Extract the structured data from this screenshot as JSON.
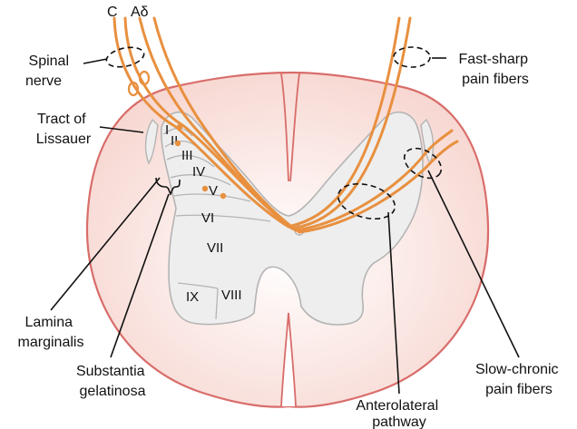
{
  "labels": {
    "c": "C",
    "a_delta": "Aδ",
    "spinal_nerve": [
      "Spinal",
      "nerve"
    ],
    "tract_of_lissauer": [
      "Tract of",
      "Lissauer"
    ],
    "fast_sharp": [
      "Fast-sharp",
      "pain fibers"
    ],
    "lamina_marginalis": [
      "Lamina",
      "marginalis"
    ],
    "substantia_gelatinosa": [
      "Substantia",
      "gelatinosa"
    ],
    "anterolateral": [
      "Anterolateral",
      "pathway"
    ],
    "slow_chronic": [
      "Slow-chronic",
      "pain fibers"
    ]
  },
  "laminae": [
    "I",
    "II",
    "III",
    "IV",
    "V",
    "VI",
    "VII",
    "VIII",
    "IX"
  ],
  "colors": {
    "fiber": "#e8903f",
    "cord_fill": "#fbe6e2",
    "cord_outline": "#d86d6a",
    "gray_matter": "#eeeeee",
    "gray_outline": "#b4b4b4",
    "text": "#111111"
  }
}
